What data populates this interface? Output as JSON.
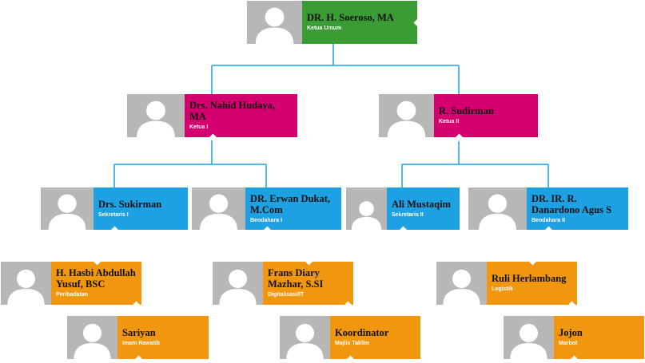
{
  "members": {
    "ketua_umum": {
      "name": "DR. H. Soeroso, MA",
      "role": "Ketua Umum"
    },
    "ketua_1": {
      "name": "Drs. Nahid Hudaya, MA",
      "role": "Ketua I"
    },
    "ketua_2": {
      "name": "R. Sudirman",
      "role": "Ketua II"
    },
    "sekretaris_1": {
      "name": "Drs. Sukirman",
      "role": "Sekretaris I"
    },
    "bendahara_1": {
      "name": "DR. Erwan Dukat, M.Com",
      "role": "Bendahara I"
    },
    "sekretaris_2": {
      "name": "Ali Mustaqim",
      "role": "Sekretaris II"
    },
    "bendahara_2": {
      "name": "DR. IR. R. Danardono Agus S",
      "role": "Bendahara II"
    },
    "peribadatan": {
      "name": "H. Hasbi Abdullah Yusuf, BSC",
      "role": "Peribadatan"
    },
    "digitalisasi": {
      "name": "Frans Diary Mazhar, S.SI",
      "role": "Digitalisasi/IT"
    },
    "logistik": {
      "name": "Ruli Herlambang",
      "role": "Logistik"
    },
    "imam_rawatib": {
      "name": "Sariyan",
      "role": "Imam Rawatib"
    },
    "majlis_taklim": {
      "name": "Koordinator",
      "role": "Majlis Taklim"
    },
    "marbot": {
      "name": "Jojon",
      "role": "Marbot"
    }
  },
  "colors": {
    "green": "#3b9c35",
    "magenta": "#d4006f",
    "blue": "#1ea1e3",
    "orange": "#f0960f",
    "connector": "#1ea1e3",
    "photo_placeholder": "#b7b7b7"
  },
  "icons": {
    "photo": "person-silhouette-icon"
  }
}
